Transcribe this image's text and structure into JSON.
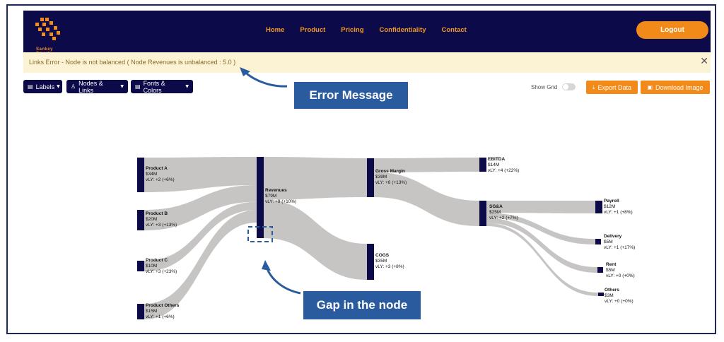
{
  "nav": {
    "logo_text": "Sankey Smart",
    "links": [
      "Home",
      "Product",
      "Pricing",
      "Confidentiality",
      "Contact"
    ],
    "logout_label": "Logout"
  },
  "alert": {
    "message": "Links Error - Node is not balanced ( Node Revenues is unbalanced : 5.0 )",
    "close_icon": "close-icon"
  },
  "toolbar": {
    "labels": "Labels",
    "nodes_links": "Nodes & Links",
    "fonts_colors": "Fonts & Colors",
    "show_grid": "Show Grid",
    "show_grid_on": false,
    "export_data": "Export Data",
    "download_image": "Download Image"
  },
  "annotations": {
    "error_message": "Error Message",
    "gap_in_node": "Gap in the node"
  },
  "colors": {
    "navbar": "#0d0a4a",
    "accent": "#f28a1a",
    "node": "#0d0a4a",
    "link": "#c7c4c4",
    "callout": "#2a5b9e",
    "alert_bg": "#fbf3d3"
  },
  "diagram": {
    "nodes": [
      {
        "id": "product_a",
        "name": "Product A",
        "value": "$34M",
        "delta": "vLY: +2 (+6%)"
      },
      {
        "id": "product_b",
        "name": "Product B",
        "value": "$20M",
        "delta": "vLY: +3 (+13%)"
      },
      {
        "id": "product_c",
        "name": "Product C",
        "value": "$10M",
        "delta": "vLY: +3 (+23%)"
      },
      {
        "id": "product_others",
        "name": "Product Others",
        "value": "$15M",
        "delta": "vLY: +1 (+6%)"
      },
      {
        "id": "revenues",
        "name": "Revenues",
        "value": "$79M",
        "delta": "vLY: +9 (+10%)"
      },
      {
        "id": "gross_margin",
        "name": "Gross Margin",
        "value": "$39M",
        "delta": "vLY: +6 (+13%)"
      },
      {
        "id": "cogs",
        "name": "COGS",
        "value": "$35M",
        "delta": "vLY: +3 (+8%)"
      },
      {
        "id": "ebitda",
        "name": "EBITDA",
        "value": "$14M",
        "delta": "vLY: +4 (+22%)"
      },
      {
        "id": "sga",
        "name": "SG&A",
        "value": "$25M",
        "delta": "vLY: +2 (+7%)"
      },
      {
        "id": "payroll",
        "name": "Payroll",
        "value": "$12M",
        "delta": "vLY: +1 (+8%)"
      },
      {
        "id": "delivery",
        "name": "Delivery",
        "value": "$5M",
        "delta": "vLY: +1 (+17%)"
      },
      {
        "id": "rent",
        "name": "Rent",
        "value": "$5M",
        "delta": "vLY: +0 (+0%)"
      },
      {
        "id": "others",
        "name": "Others",
        "value": "$3M",
        "delta": "vLY: +0 (+0%)"
      }
    ],
    "links": [
      {
        "source": "product_a",
        "target": "revenues",
        "value": 34
      },
      {
        "source": "product_b",
        "target": "revenues",
        "value": 20
      },
      {
        "source": "product_c",
        "target": "revenues",
        "value": 10
      },
      {
        "source": "product_others",
        "target": "revenues",
        "value": 15
      },
      {
        "source": "revenues",
        "target": "gross_margin",
        "value": 39
      },
      {
        "source": "revenues",
        "target": "cogs",
        "value": 35
      },
      {
        "source": "gross_margin",
        "target": "ebitda",
        "value": 14
      },
      {
        "source": "gross_margin",
        "target": "sga",
        "value": 25
      },
      {
        "source": "sga",
        "target": "payroll",
        "value": 12
      },
      {
        "source": "sga",
        "target": "delivery",
        "value": 5
      },
      {
        "source": "sga",
        "target": "rent",
        "value": 5
      },
      {
        "source": "sga",
        "target": "others",
        "value": 3
      }
    ]
  }
}
